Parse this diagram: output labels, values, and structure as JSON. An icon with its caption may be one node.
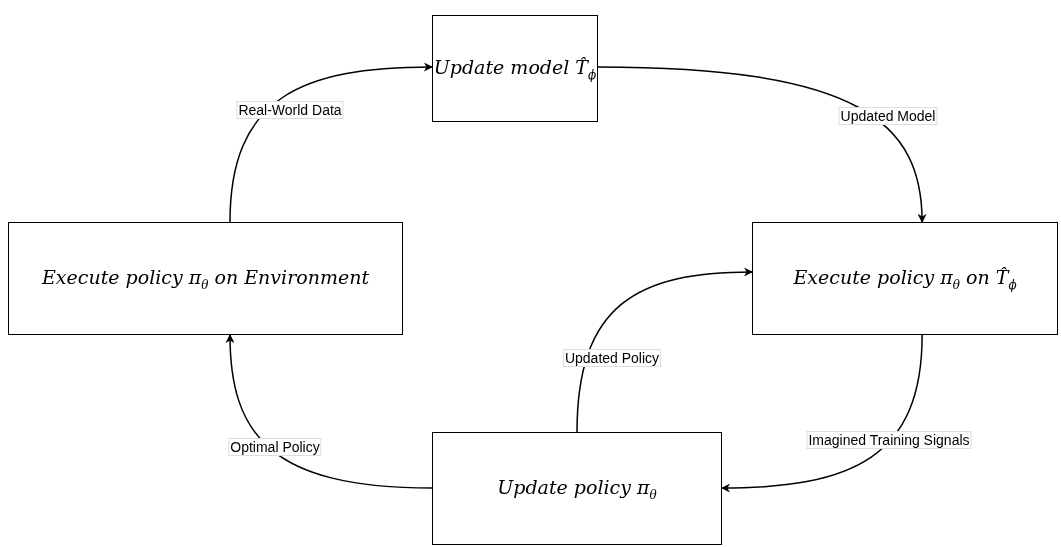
{
  "diagram": {
    "nodes": [
      {
        "text": [
          "Update model T̂$_{ϕ}$"
        ]
      },
      {
        "text": [
          "Execute policy π$_{θ}$ on Environment"
        ]
      },
      {
        "text": [
          "Execute policy π$_{θ}$ on T̂$_{ϕ}$"
        ]
      },
      {
        "text": [
          "Update policy π$_{θ}$"
        ]
      }
    ],
    "edges": [
      {
        "from": 1,
        "to": 0,
        "arrow": "to",
        "label": "Real-World Data"
      },
      {
        "from": 0,
        "to": 2,
        "arrow": "to",
        "label": "Updated Model"
      },
      {
        "from": 2,
        "to": 3,
        "arrow": "to",
        "label": "Imagined Training Signals"
      },
      {
        "from": 3,
        "to": 2,
        "arrow": "to",
        "label": "Updated Policy"
      },
      {
        "from": 3,
        "to": 1,
        "arrow": "to",
        "label": "Optimal Policy"
      }
    ]
  }
}
